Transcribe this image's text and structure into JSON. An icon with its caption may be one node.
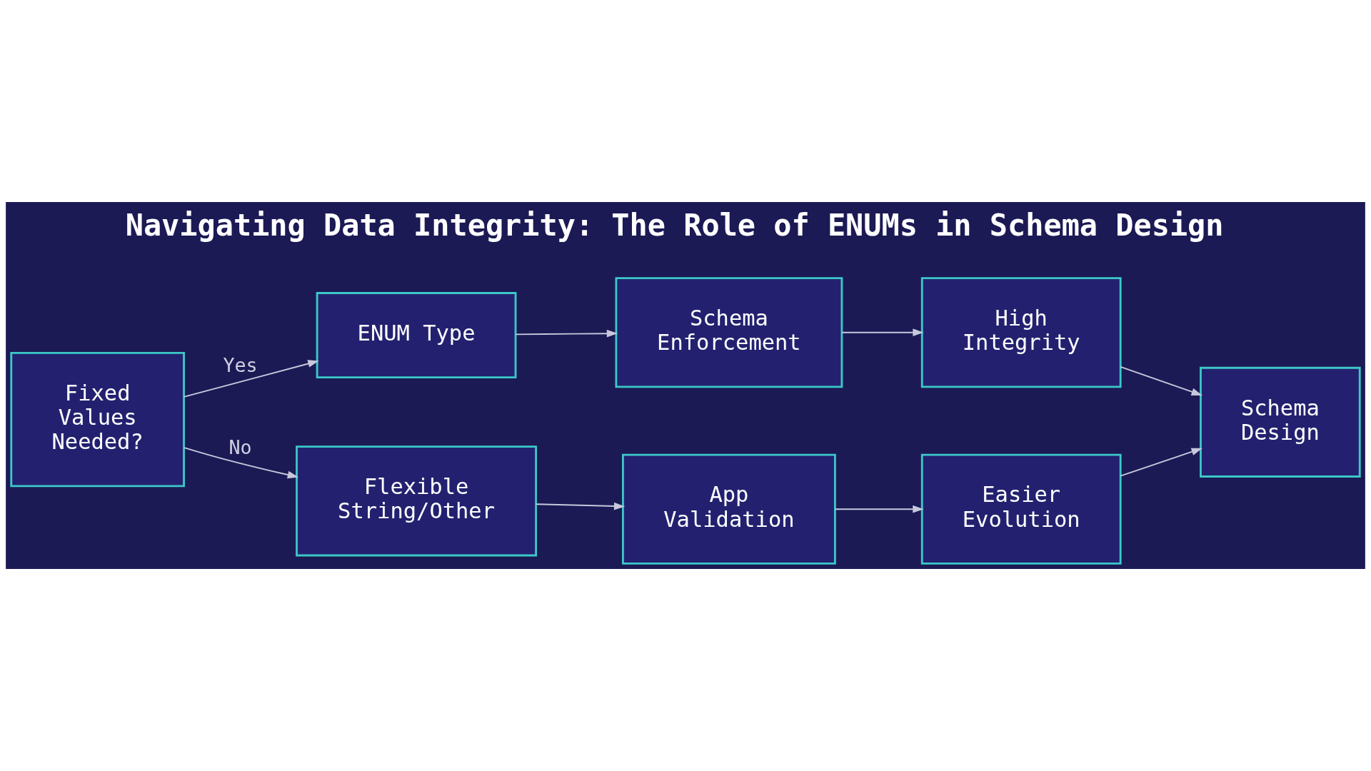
{
  "diagram": {
    "title": "Navigating Data Integrity: The Role of ENUMs in Schema Design",
    "nodes": [
      {
        "text": [
          "Fixed Values Needed?"
        ]
      },
      {
        "text": [
          "ENUM Type"
        ]
      },
      {
        "text": [
          "Schema Enforcement"
        ]
      },
      {
        "text": [
          "High Integrity"
        ]
      },
      {
        "text": [
          "Flexible String/Other"
        ]
      },
      {
        "text": [
          "App Validation"
        ]
      },
      {
        "text": [
          "Easier Evolution"
        ]
      },
      {
        "text": [
          "Schema Design"
        ]
      }
    ],
    "edges": [
      {
        "from": 0,
        "to": 1,
        "arrow": "to",
        "label": "Yes"
      },
      {
        "from": 0,
        "to": 4,
        "arrow": "to",
        "label": "No"
      },
      {
        "from": 1,
        "to": 2,
        "arrow": "to"
      },
      {
        "from": 2,
        "to": 3,
        "arrow": "to"
      },
      {
        "from": 3,
        "to": 7,
        "arrow": "to"
      },
      {
        "from": 4,
        "to": 5,
        "arrow": "to"
      },
      {
        "from": 5,
        "to": 6,
        "arrow": "to"
      },
      {
        "from": 6,
        "to": 7,
        "arrow": "to"
      }
    ]
  }
}
